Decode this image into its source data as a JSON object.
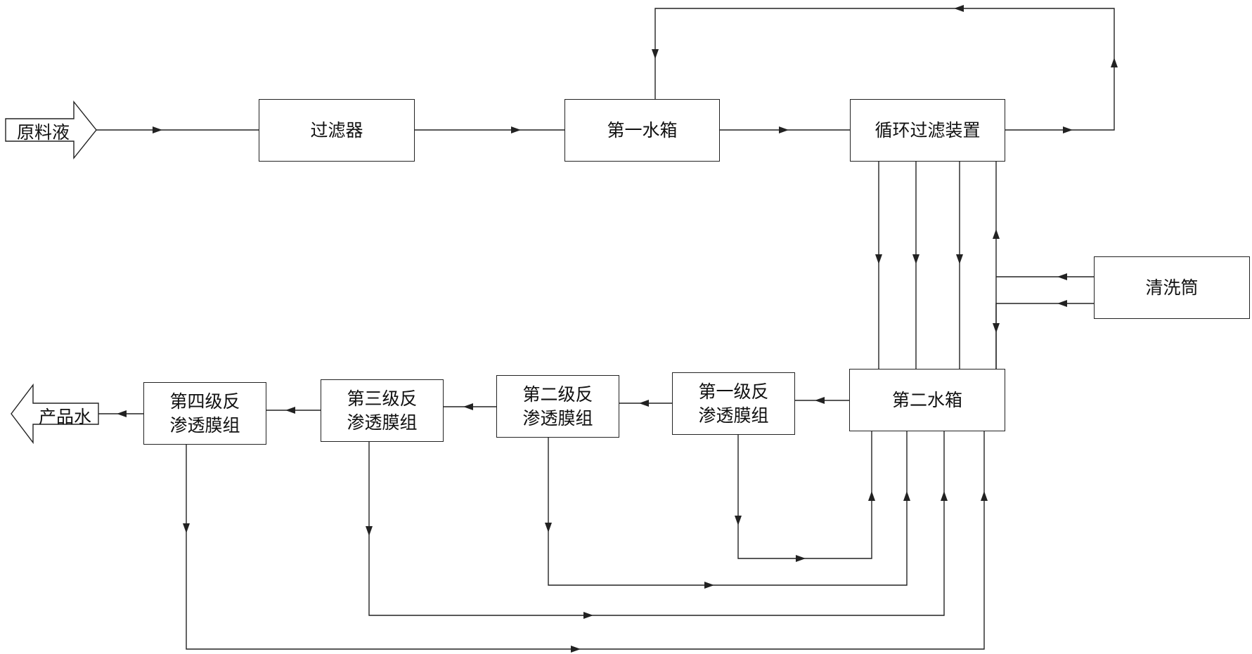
{
  "diagram": {
    "input_label": "原料液",
    "output_label": "产品水",
    "nodes": {
      "filter": "过滤器",
      "tank1": "第一水箱",
      "circ": "循环过滤装置",
      "clean": "清洗筒",
      "tank2": "第二水箱",
      "ro1": "第一级反\n渗透膜组",
      "ro2": "第二级反\n渗透膜组",
      "ro3": "第三级反\n渗透膜组",
      "ro4": "第四级反\n渗透膜组"
    },
    "line_color": "#222222"
  }
}
